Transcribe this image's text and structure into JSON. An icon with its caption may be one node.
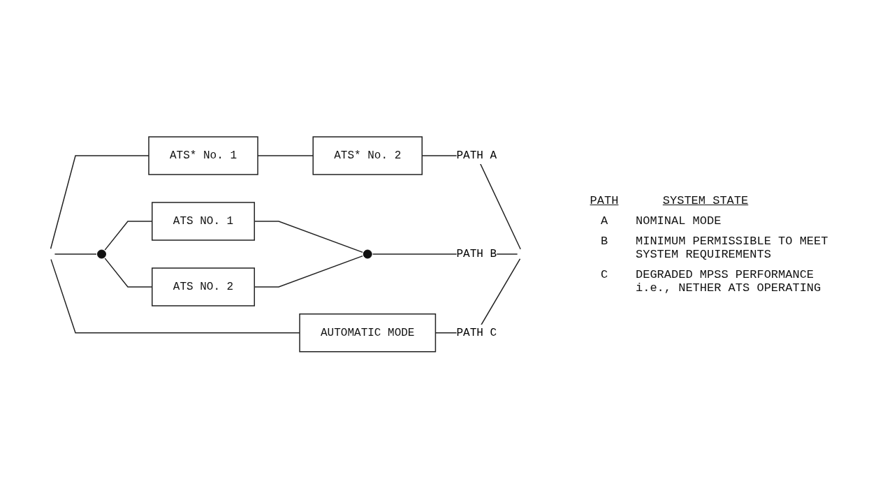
{
  "diagram": {
    "nodes": [
      {
        "text": [
          "ATS* No. 1"
        ]
      },
      {
        "text": [
          "ATS* No. 2"
        ]
      },
      {
        "text": [
          "ATS NO. 1"
        ]
      },
      {
        "text": [],
        "shape": "circle"
      },
      {
        "text": [],
        "shape": "circle"
      },
      {
        "text": [
          "ATS NO. 2"
        ]
      },
      {
        "text": [
          "AUTOMATIC MODE"
        ]
      }
    ],
    "edges": [
      {
        "from": null,
        "to": 0,
        "arrow": "none"
      },
      {
        "from": 0,
        "to": 1,
        "arrow": "none"
      },
      {
        "from": 1,
        "to": null,
        "label": "PATH A",
        "arrow": "none"
      },
      {
        "from": null,
        "to": 3,
        "arrow": "none"
      },
      {
        "from": 3,
        "to": 2,
        "arrow": "none"
      },
      {
        "from": 3,
        "to": 5,
        "arrow": "none"
      },
      {
        "from": 2,
        "to": 4,
        "arrow": "none"
      },
      {
        "from": 5,
        "to": 4,
        "arrow": "none"
      },
      {
        "from": 4,
        "to": null,
        "label": "PATH B",
        "arrow": "none"
      },
      {
        "from": null,
        "to": 6,
        "arrow": "none"
      },
      {
        "from": 6,
        "to": null,
        "label": "PATH C",
        "arrow": "none"
      }
    ],
    "labels": [
      "SYSTEM STATE",
      "PATH",
      "A",
      "NOMINAL MODE",
      "B",
      "MINIMUM PERMISSIBLE TO MEET SYSTEM REQUIREMENTS",
      "C",
      "DEGRADED MPSS PERFORMANCE i.e., NETHER ATS OPERATING"
    ]
  }
}
